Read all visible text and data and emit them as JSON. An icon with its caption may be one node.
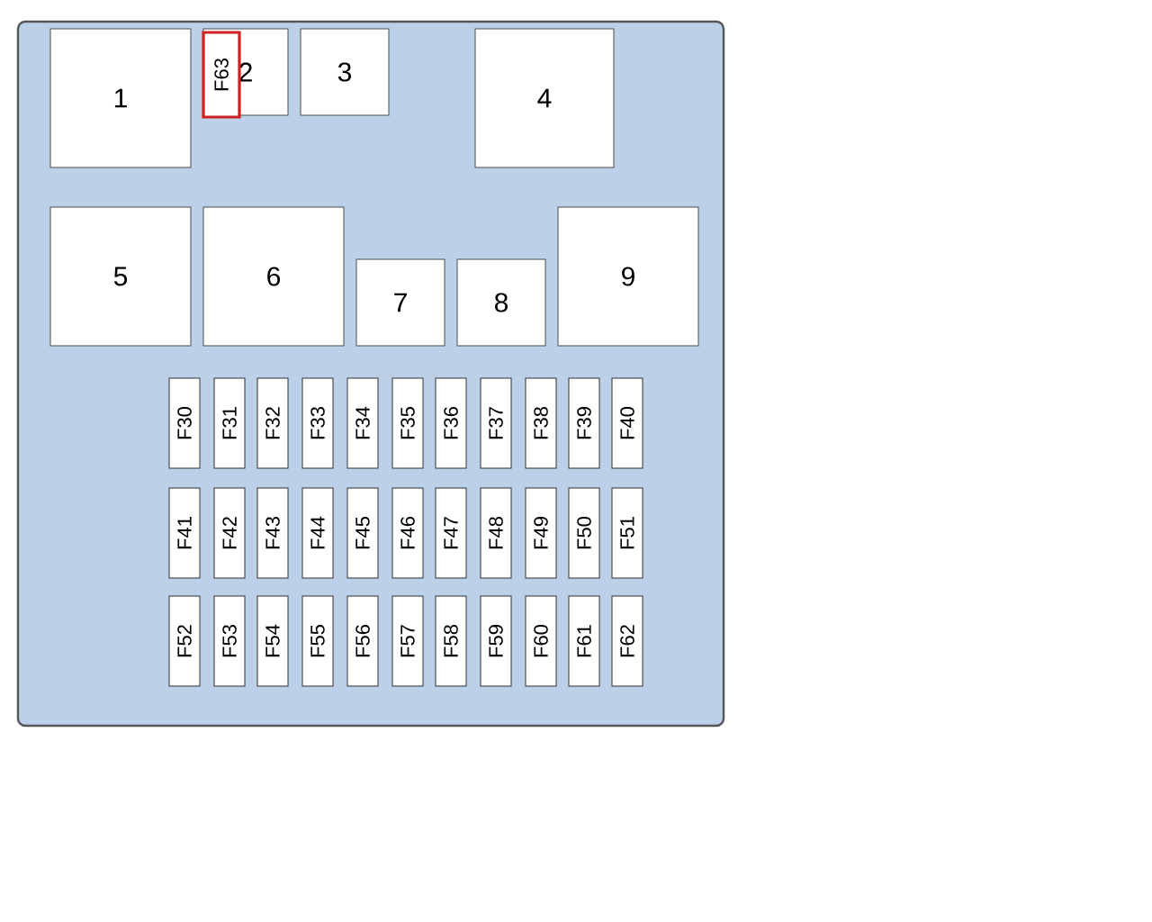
{
  "diagram": {
    "nodes": [
      {
        "text": [],
        "shape": "box"
      },
      {
        "text": [
          "1"
        ],
        "in": 0
      },
      {
        "text": [
          "F63"
        ],
        "in": 3
      },
      {
        "text": [
          "2"
        ],
        "in": 0
      },
      {
        "text": [
          "3"
        ],
        "in": 0
      },
      {
        "text": [
          "4"
        ],
        "in": 0
      },
      {
        "text": [
          "5"
        ],
        "in": 0
      },
      {
        "text": [
          "6"
        ],
        "in": 0
      },
      {
        "text": [
          "7"
        ],
        "in": 0
      },
      {
        "text": [
          "8"
        ],
        "in": 0
      },
      {
        "text": [
          "9"
        ],
        "in": 0
      },
      {
        "text": [
          "F30"
        ],
        "in": 0
      },
      {
        "text": [
          "F31"
        ],
        "in": 0
      },
      {
        "text": [
          "F32"
        ],
        "in": 0
      },
      {
        "text": [
          "F33"
        ],
        "in": 0
      },
      {
        "text": [
          "F34"
        ],
        "in": 0
      },
      {
        "text": [
          "F35"
        ],
        "in": 0
      },
      {
        "text": [
          "F36"
        ],
        "in": 0
      },
      {
        "text": [
          "F37"
        ],
        "in": 0
      },
      {
        "text": [
          "F38"
        ],
        "in": 0
      },
      {
        "text": [
          "F39"
        ],
        "in": 0
      },
      {
        "text": [
          "F40"
        ],
        "in": 0
      },
      {
        "text": [
          "F41"
        ],
        "in": 0
      },
      {
        "text": [
          "F42"
        ],
        "in": 0
      },
      {
        "text": [
          "F43"
        ],
        "in": 0
      },
      {
        "text": [
          "F44"
        ],
        "in": 0
      },
      {
        "text": [
          "F45"
        ],
        "in": 0
      },
      {
        "text": [
          "F46"
        ],
        "in": 0
      },
      {
        "text": [
          "F47"
        ],
        "in": 0
      },
      {
        "text": [
          "F48"
        ],
        "in": 0
      },
      {
        "text": [
          "F49"
        ],
        "in": 0
      },
      {
        "text": [
          "F50"
        ],
        "in": 0
      },
      {
        "text": [
          "F51"
        ],
        "in": 0
      },
      {
        "text": [
          "F52"
        ],
        "in": 0
      },
      {
        "text": [
          "F53"
        ],
        "in": 0
      },
      {
        "text": [
          "F54"
        ],
        "in": 0
      },
      {
        "text": [
          "F55"
        ],
        "in": 0
      },
      {
        "text": [
          "F56"
        ],
        "in": 0
      },
      {
        "text": [
          "F57"
        ],
        "in": 0
      },
      {
        "text": [
          "F58"
        ],
        "in": 0
      },
      {
        "text": [
          "F59"
        ],
        "in": 0
      },
      {
        "text": [
          "F60"
        ],
        "in": 0
      },
      {
        "text": [
          "F61"
        ],
        "in": 0
      },
      {
        "text": [
          "F62"
        ],
        "in": 0
      }
    ]
  }
}
